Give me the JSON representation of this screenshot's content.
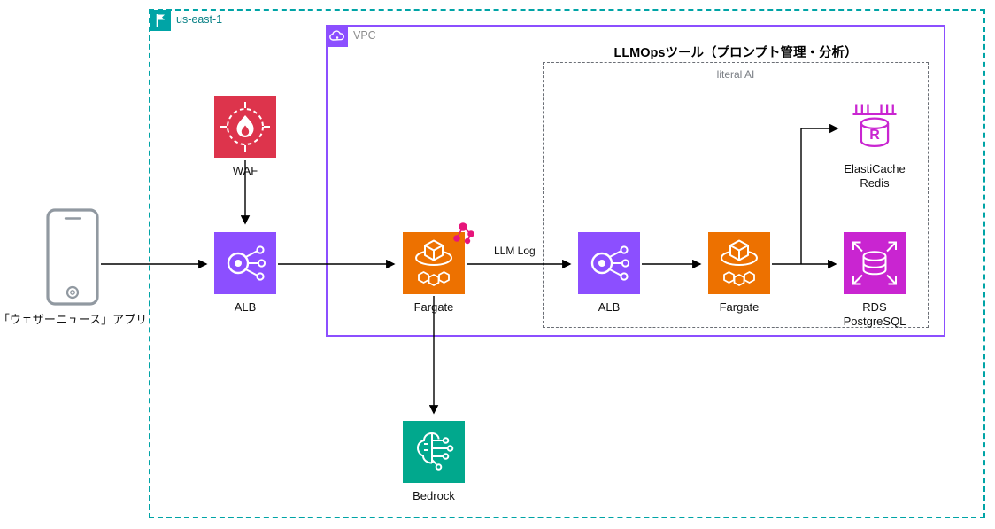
{
  "diagram": {
    "region": {
      "label": "us-east-1"
    },
    "vpc": {
      "label": "VPC"
    },
    "llmops": {
      "title": "LLMOpsツール（プロンプト管理・分析）",
      "subtitle": "literal AI"
    },
    "nodes": {
      "app": {
        "label": "「ウェザーニュース」アプリ"
      },
      "waf": {
        "label": "WAF"
      },
      "alb_edge": {
        "label": "ALB"
      },
      "fargate_app": {
        "label": "Fargate"
      },
      "alb_llmops": {
        "label": "ALB"
      },
      "fargate_llmops": {
        "label": "Fargate"
      },
      "elasticache": {
        "label_line1": "ElastiCache",
        "label_line2": "Redis"
      },
      "rds": {
        "label_line1": "RDS",
        "label_line2": "PostgreSQL"
      },
      "bedrock": {
        "label": "Bedrock"
      }
    },
    "edge_labels": {
      "llm_log": "LLM Log"
    },
    "icons": {
      "region": "flag-icon",
      "vpc": "cloud-icon",
      "app": "mobile-phone-icon",
      "waf": "waf-firewall-icon",
      "alb": "load-balancer-icon",
      "fargate": "fargate-container-icon",
      "elasticache": "elasticache-redis-icon",
      "rds": "rds-database-icon",
      "bedrock": "bedrock-brain-icon",
      "decoration": "molecule-icon"
    },
    "colors": {
      "region_border": "#00A4A6",
      "vpc_border": "#8C4FFF",
      "llmops_border": "#6b6f76",
      "waf": "#DD344C",
      "alb": "#8C4FFF",
      "fargate": "#ED7100",
      "elasticache": "#C925D1",
      "rds": "#C925D1",
      "bedrock": "#01A88D",
      "arrow": "#000000",
      "molecule": "#E7157B"
    }
  }
}
